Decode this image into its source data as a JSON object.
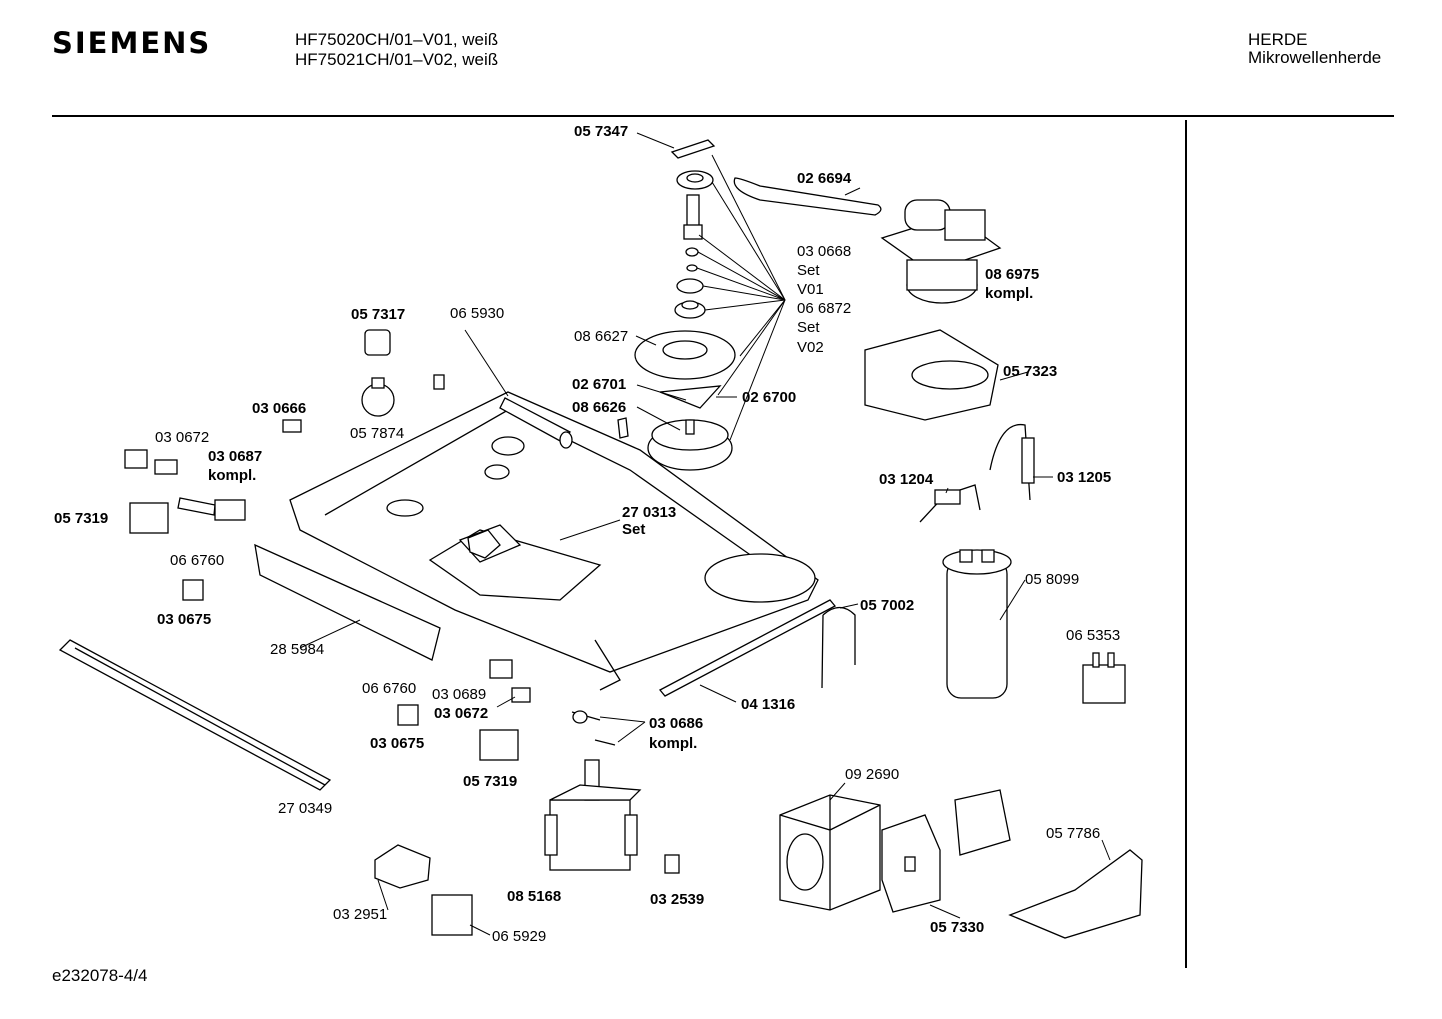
{
  "header": {
    "brand": "SIEMENS",
    "model_line_1": "HF75020CH/01–V01, weiß",
    "model_line_2": "HF75021CH/01–V02, weiß",
    "category": "HERDE",
    "subcategory": "Mikrowellenherde"
  },
  "footer": {
    "drawing_id": "e232078-4/4"
  },
  "parts": {
    "p057347": "05 7347",
    "p026694": "02 6694",
    "p030668": "03 0668",
    "set_a": "Set",
    "v01": "V01",
    "p066872": "06 6872",
    "set_b": "Set",
    "v02": "V02",
    "p086975": "08 6975",
    "kompl_a": "kompl.",
    "p057317": "05 7317",
    "p065930": "06 5930",
    "p086627": "08 6627",
    "p057323": "05 7323",
    "p026701": "02 6701",
    "p026700": "02 6700",
    "p086626": "08 6626",
    "p030666": "03 0666",
    "p057874": "05 7874",
    "p030672a": "03 0672",
    "p030687": "03 0687",
    "kompl_b": "kompl.",
    "p031204": "03 1204",
    "p031205": "03 1205",
    "p057319a": "05 7319",
    "p270313": "27 0313",
    "set_c": "Set",
    "p066760a": "06 6760",
    "p058099": "05 8099",
    "p030675a": "03 0675",
    "p057002": "05 7002",
    "p065353": "06 5353",
    "p285984": "28 5984",
    "p041316": "04 1316",
    "p066760b": "06 6760",
    "p030689": "03 0689",
    "p030672b": "03 0672",
    "p030686": "03 0686",
    "kompl_c": "kompl.",
    "p030675b": "03 0675",
    "p057319b": "05 7319",
    "p092690": "09 2690",
    "p270349": "27 0349",
    "p057786": "05 7786",
    "p085168": "08 5168",
    "p032539": "03 2539",
    "p032951": "03 2951",
    "p057330": "05 7330",
    "p065929": "06 5929"
  }
}
